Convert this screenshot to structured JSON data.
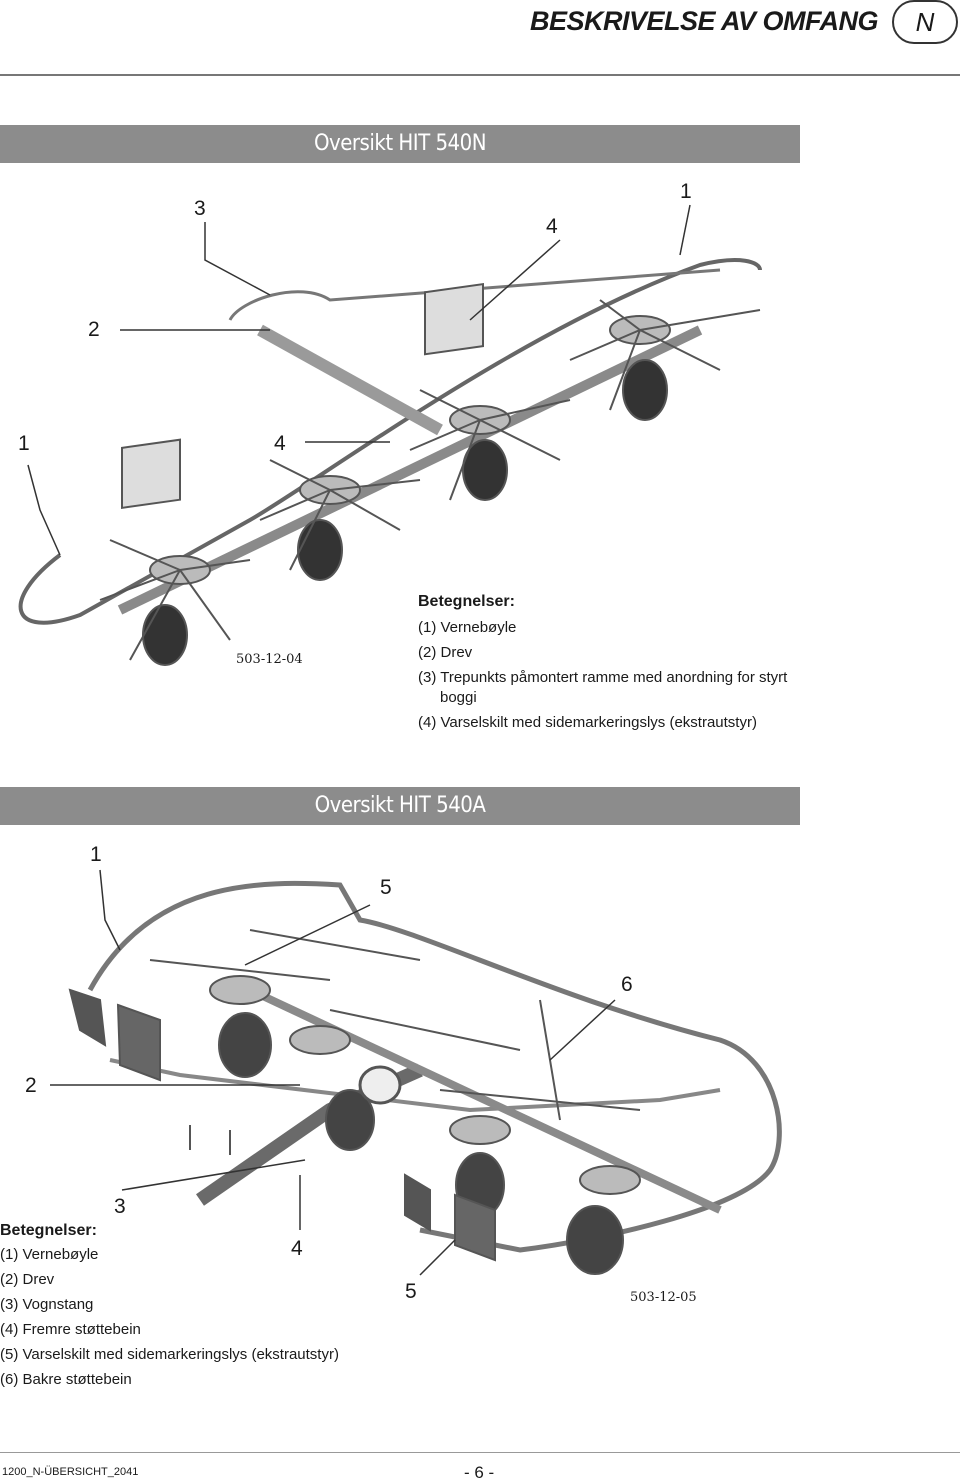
{
  "header": {
    "title": "BESKRIVELSE AV OMFANG",
    "language": "N"
  },
  "section1": {
    "banner": "Oversikt HIT 540N",
    "callouts": [
      "3",
      "4",
      "1",
      "2",
      "1",
      "4"
    ],
    "drawing_code": "503-12-04",
    "legend_title": "Betegnelser:",
    "legend": [
      "(1) Vernebøyle",
      "(2) Drev",
      "(3) Trepunkts påmontert ramme med anordning for styrt",
      "boggi",
      "(4) Varselskilt med sidemarkeringslys (ekstrautstyr)"
    ]
  },
  "section2": {
    "banner": "Oversikt HIT 540A",
    "callouts": [
      "1",
      "5",
      "6",
      "2",
      "3",
      "4",
      "5"
    ],
    "drawing_code": "503-12-05",
    "legend_title": "Betegnelser:",
    "legend": [
      "(1) Vernebøyle",
      "(2) Drev",
      "(3) Vognstang",
      "(4) Fremre støttebein",
      "(5) Varselskilt med sidemarkeringslys (ekstrautstyr)",
      "(6) Bakre støttebein"
    ]
  },
  "footer": {
    "doc_code": "1200_N-ÜBERSICHT_2041",
    "page": "- 6 -"
  }
}
